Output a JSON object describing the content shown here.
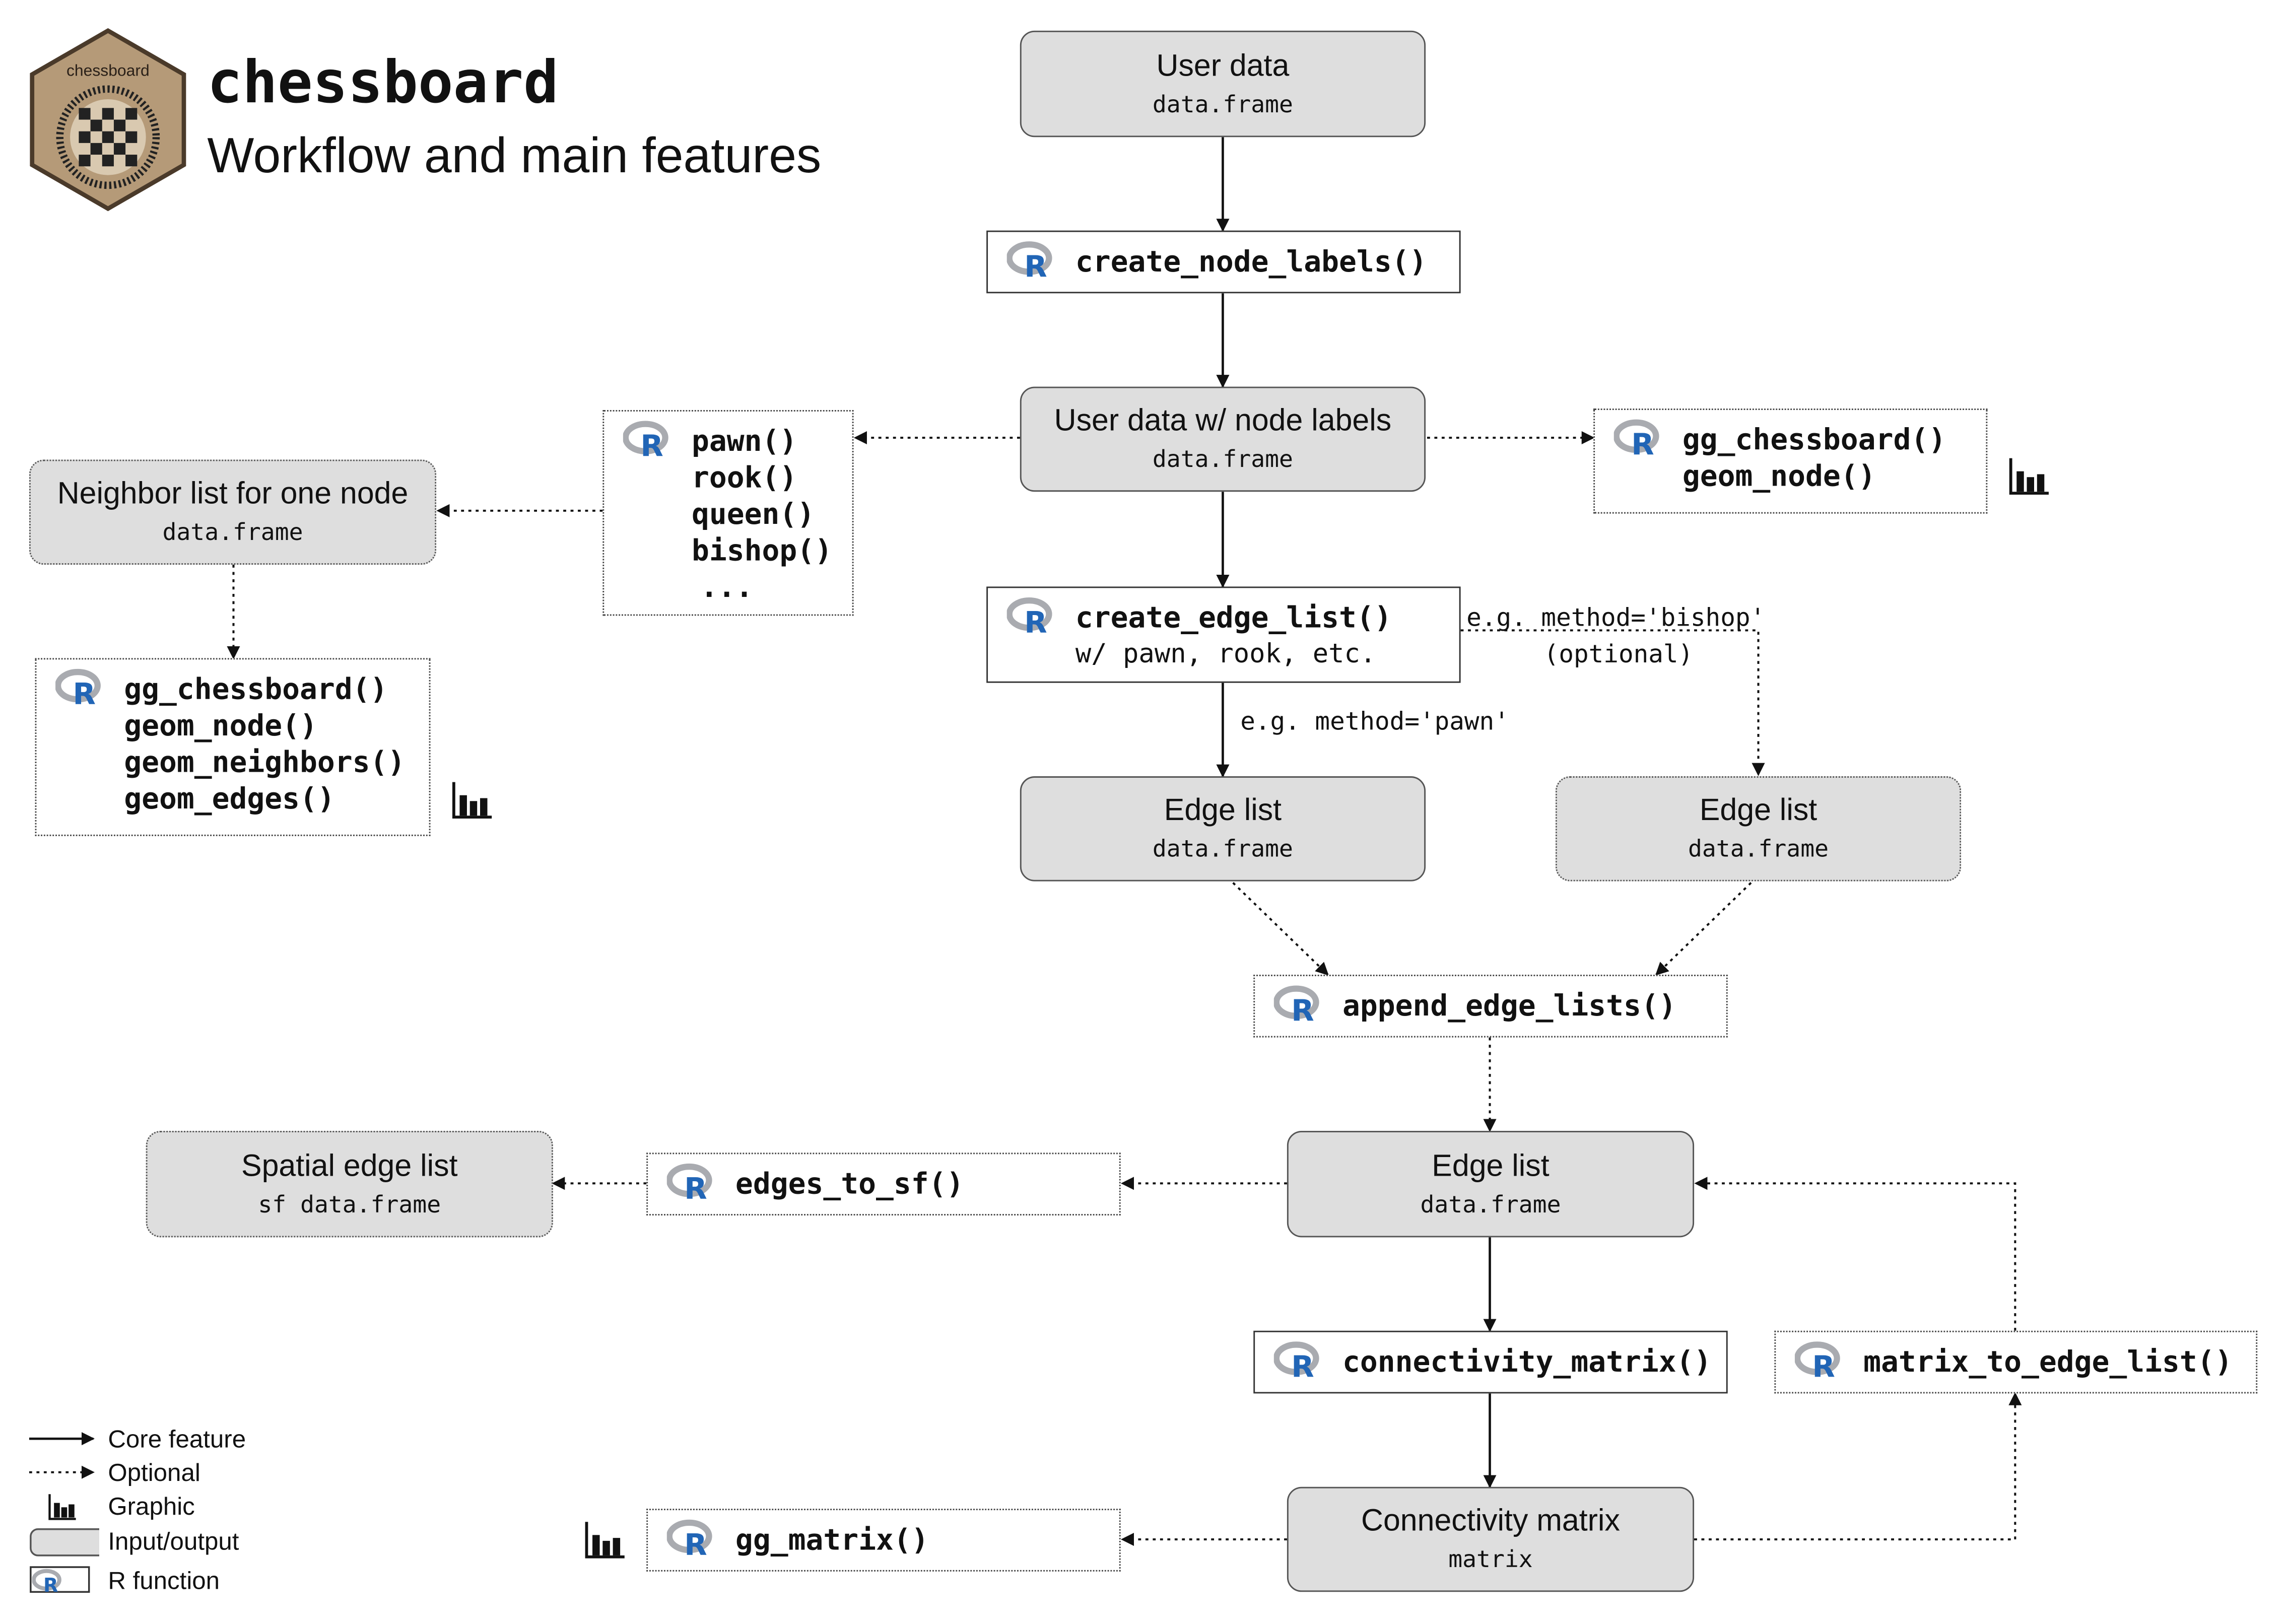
{
  "header": {
    "logo_text": "chessboard",
    "title": "chessboard",
    "subtitle": "Workflow and main features"
  },
  "nodes": {
    "user_data": {
      "title": "User data",
      "type": "data.frame"
    },
    "user_data_labels": {
      "title": "User data w/ node labels",
      "type": "data.frame"
    },
    "neighbor_list": {
      "title": "Neighbor list for one node",
      "type": "data.frame"
    },
    "edge_list_pawn": {
      "title": "Edge list",
      "type": "data.frame"
    },
    "edge_list_bishop": {
      "title": "Edge list",
      "type": "data.frame"
    },
    "edge_list_main": {
      "title": "Edge list",
      "type": "data.frame"
    },
    "spatial_edge_list": {
      "title": "Spatial edge list",
      "type": "sf data.frame"
    },
    "connectivity_matrix": {
      "title": "Connectivity matrix",
      "type": "matrix"
    }
  },
  "functions": {
    "create_node_labels": "create_node_labels()",
    "neighbors": [
      "pawn()",
      "rook()",
      "queen()",
      "bishop()",
      "..."
    ],
    "plot_board": [
      "gg_chessboard()",
      "geom_node()"
    ],
    "plot_neighbors": [
      "gg_chessboard()",
      "geom_node()",
      "geom_neighbors()",
      "geom_edges()"
    ],
    "create_edge_list": "create_edge_list()",
    "create_edge_list_sub": "w/ pawn, rook, etc.",
    "append_edge_lists": "append_edge_lists()",
    "edges_to_sf": "edges_to_sf()",
    "connectivity_matrix": "connectivity_matrix()",
    "matrix_to_edge_list": "matrix_to_edge_list()",
    "gg_matrix": "gg_matrix()"
  },
  "annotations": {
    "bishop_line1": "e.g. method='bishop'",
    "bishop_line2": "(optional)",
    "pawn": "e.g. method='pawn'"
  },
  "legend": {
    "core": "Core feature",
    "optional": "Optional",
    "graphic": "Graphic",
    "io": "Input/output",
    "rfun": "R function"
  },
  "colors": {
    "io_fill": "#dedede",
    "r_logo_blue": "#2165b6",
    "r_logo_grey": "#a9abb0",
    "hex_fill": "#b59a78",
    "hex_border": "#4a3a2a"
  },
  "icons": {
    "r_logo": "r-logo-icon",
    "graphic": "bar-chart-icon"
  }
}
